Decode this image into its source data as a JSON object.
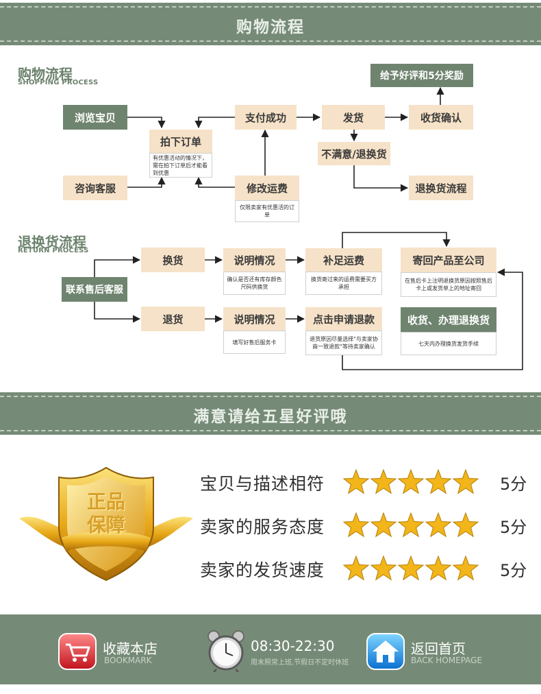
{
  "header": {
    "title": "购物流程"
  },
  "shopping": {
    "title": "购物流程",
    "subtitle": "SHOPPING PROCESS",
    "browse": "浏览宝贝",
    "consult": "咨询客服",
    "order": "拍下订单",
    "order_note": "有优惠活动的情况下，需在拍下订单后才能看到优惠",
    "pay": "支付成功",
    "modify": "修改运费",
    "modify_note": "仅限卖家有优惠活的订单",
    "ship": "发货",
    "unsatisfied": "不满意/退换货",
    "confirm": "收货确认",
    "review": "给予好评和5分奖励",
    "exchange_flow": "退换货流程"
  },
  "returns": {
    "title": "退换货流程",
    "subtitle": "RETURN PROCESS",
    "contact": "联系售后客服",
    "exchange": "换货",
    "refund": "退货",
    "explain_a": "说明情况",
    "explain_a_note": "确认是否还有库存颜色尺码供换货",
    "explain_b": "说明情况",
    "explain_b_note": "填写好售后服务卡",
    "postage": "补足运费",
    "postage_note": "换货寄过来的运费需要买方承担",
    "apply": "点击申请退款",
    "apply_note": "退货原因尽量选择\"与卖家协商一致退款\"等待卖家确认",
    "send_back": "寄回产品至公司",
    "send_back_note": "在售后卡上注明退换货原因按照售后卡上或发货单上的地址寄回",
    "receive": "收货、办理退换货",
    "receive_note": "七天内办理换货发货手续"
  },
  "review_band": {
    "title": "满意请给五星好评哦"
  },
  "badge": {
    "text_line1": "正品",
    "text_line2": "保障"
  },
  "ratings": [
    {
      "label": "宝贝与描述相符",
      "stars": 5,
      "score": "5分"
    },
    {
      "label": "卖家的服务态度",
      "stars": 5,
      "score": "5分"
    },
    {
      "label": "卖家的发货速度",
      "stars": 5,
      "score": "5分"
    }
  ],
  "footer": {
    "bookmark": {
      "label": "收藏本店",
      "sub": "BOOKMARK",
      "icon": "shopping-cart-icon"
    },
    "hours": {
      "label": "08:30-22:30",
      "sub": "周末照常上班,节假日不定时休班",
      "icon": "alarm-clock-icon"
    },
    "home": {
      "label": "返回首页",
      "sub": "BACK HOMEPAGE",
      "icon": "home-icon"
    }
  },
  "colors": {
    "band": "#768b77",
    "box_light": "#f6e2c8",
    "box_dark": "#6f846f",
    "accent_gold": "#f2b51a",
    "section_title": "#6c826d"
  }
}
